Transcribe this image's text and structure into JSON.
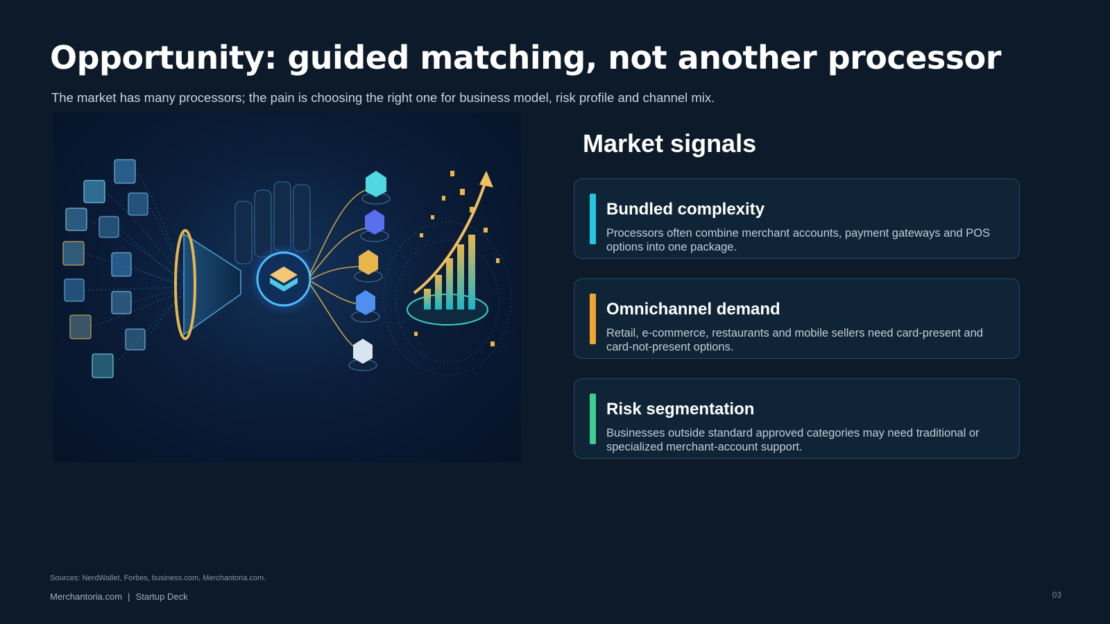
{
  "slide": {
    "title": "Opportunity: guided matching, not another processor",
    "subtitle": "The market has many processors; the pain is choosing the right one for business model, risk profile and channel mix.",
    "hero_image": "illustration of merchant storefronts funneling through a matching hub to processor options and a growth chart",
    "section_heading": "Market signals",
    "cards": [
      {
        "title": "Bundled complexity",
        "body": "Processors often combine merchant accounts, payment gateways and POS options into one package.",
        "accent_color": "#22c8e0"
      },
      {
        "title": "Omnichannel demand",
        "body": "Retail, e-commerce, restaurants and mobile sellers need card-present and card-not-present options.",
        "accent_color": "#f0a630"
      },
      {
        "title": "Risk segmentation",
        "body": "Businesses outside standard approved categories may need traditional or specialized merchant-account support.",
        "accent_color": "#3ccf8e"
      }
    ],
    "sources": "Sources: NerdWallet, Forbes, business.com, Merchantoria.com.",
    "footer_brand": "Merchantoria.com",
    "footer_separator": "|",
    "footer_deck": "Startup Deck",
    "page_number": "03"
  },
  "colors": {
    "background": "#0c1a29",
    "card_background": "#102438",
    "card_border": "#2b4a66"
  }
}
